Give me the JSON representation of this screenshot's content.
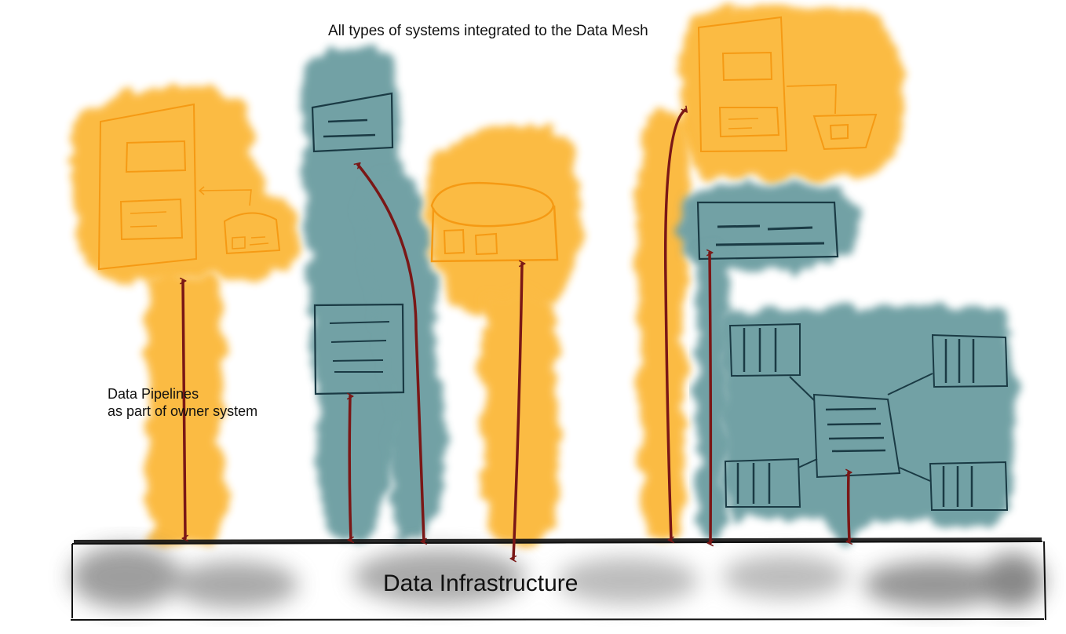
{
  "diagram": {
    "title": "All types of systems integrated to the Data Mesh",
    "pipelines_label_line1": "Data Pipelines",
    "pipelines_label_line2": "as part of owner system",
    "infrastructure_label": "Data Infrastructure"
  },
  "colors": {
    "orange_wash": "#fbb22c",
    "orange_ink": "#f59a14",
    "teal_wash": "#5e9499",
    "teal_ink": "#1a3a44",
    "arrow_red": "#7a1716",
    "gray_wash": "#6b6b6b",
    "outline": "#111111"
  },
  "icons": [
    "double-headed-arrow-icon",
    "database-icon",
    "document-icon",
    "table-icon"
  ]
}
